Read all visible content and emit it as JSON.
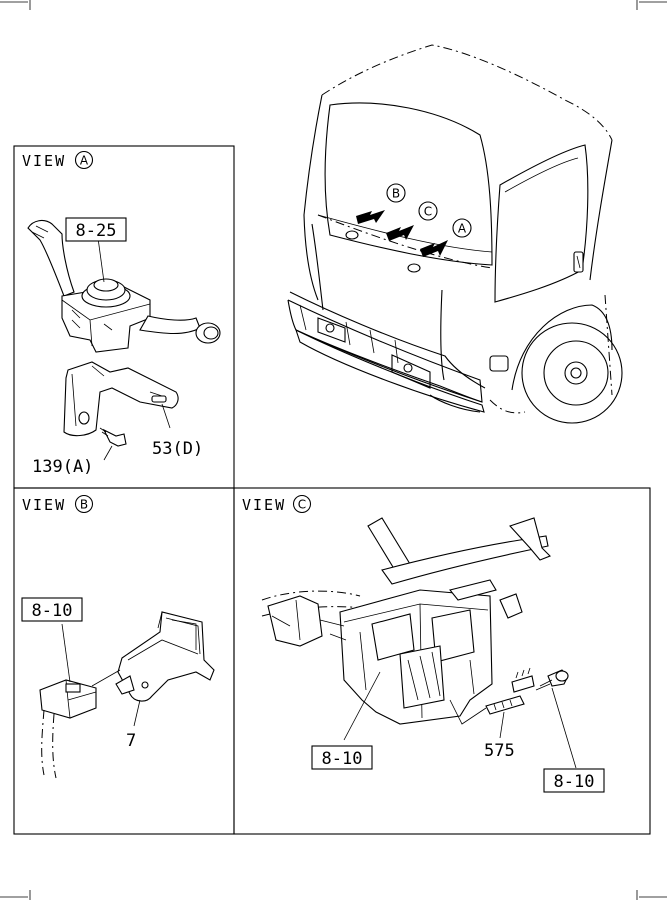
{
  "views": {
    "a": {
      "title": "VIEW",
      "letter": "A"
    },
    "b": {
      "title": "VIEW",
      "letter": "B"
    },
    "c": {
      "title": "VIEW",
      "letter": "C"
    }
  },
  "truck_markers": [
    "B",
    "C",
    "A"
  ],
  "callouts": {
    "a_ref": "8-25",
    "a_part_53": "53(D)",
    "a_part_139": "139(A)",
    "b_ref": "8-10",
    "b_part_7": "7",
    "c_ref_left": "8-10",
    "c_part_575": "575",
    "c_ref_right": "8-10"
  }
}
